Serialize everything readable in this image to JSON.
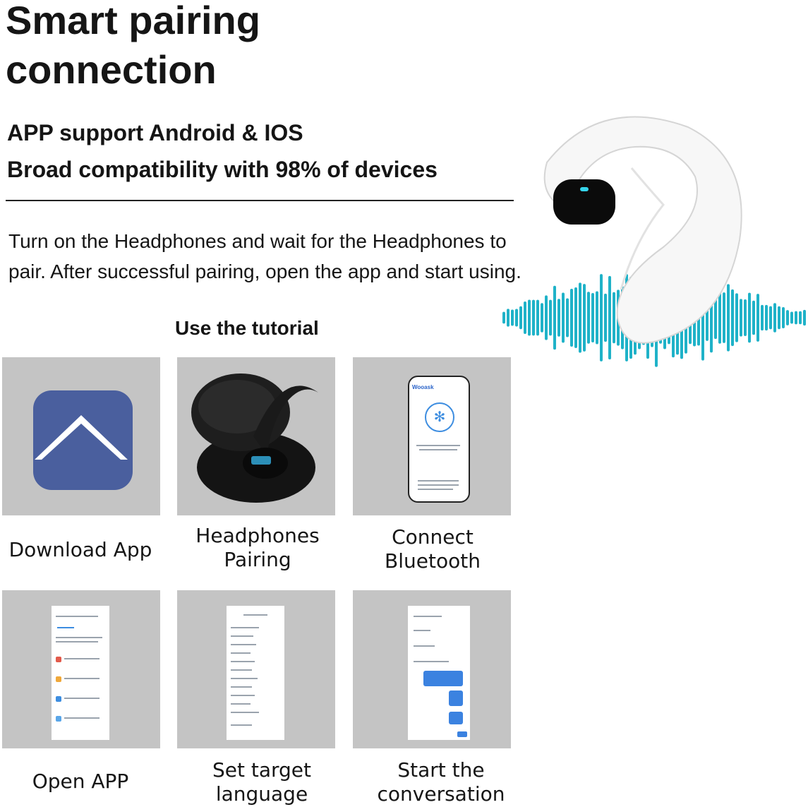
{
  "header": {
    "title_line1": "Smart pairing",
    "title_line2": "connection"
  },
  "features": {
    "line1": "APP support Android & IOS",
    "line2": "Broad compatibility with 98% of devices"
  },
  "description": "Turn on the Headphones and wait for the Headphones to pair. After successful pairing, open the app and start using.",
  "tutorial_heading": "Use the tutorial",
  "steps": [
    {
      "line1": "Download App",
      "line2": ""
    },
    {
      "line1": "Headphones",
      "line2": "Pairing"
    },
    {
      "line1": "Connect",
      "line2": "Bluetooth"
    },
    {
      "line1": "Open APP",
      "line2": ""
    },
    {
      "line1": "Set target",
      "line2": "language"
    },
    {
      "line1": "Start the",
      "line2": "conversation"
    }
  ],
  "phone_app": {
    "brand": "Wooask"
  },
  "colors": {
    "app_icon": "#4a5f9e",
    "wave": "#1fb2c8",
    "tile_bg": "#c4c4c4"
  },
  "icons": [
    "app-logo-icon",
    "earbuds-case-image",
    "bluetooth-icon",
    "sound-wave-graphic",
    "earhook-headphone-image"
  ]
}
